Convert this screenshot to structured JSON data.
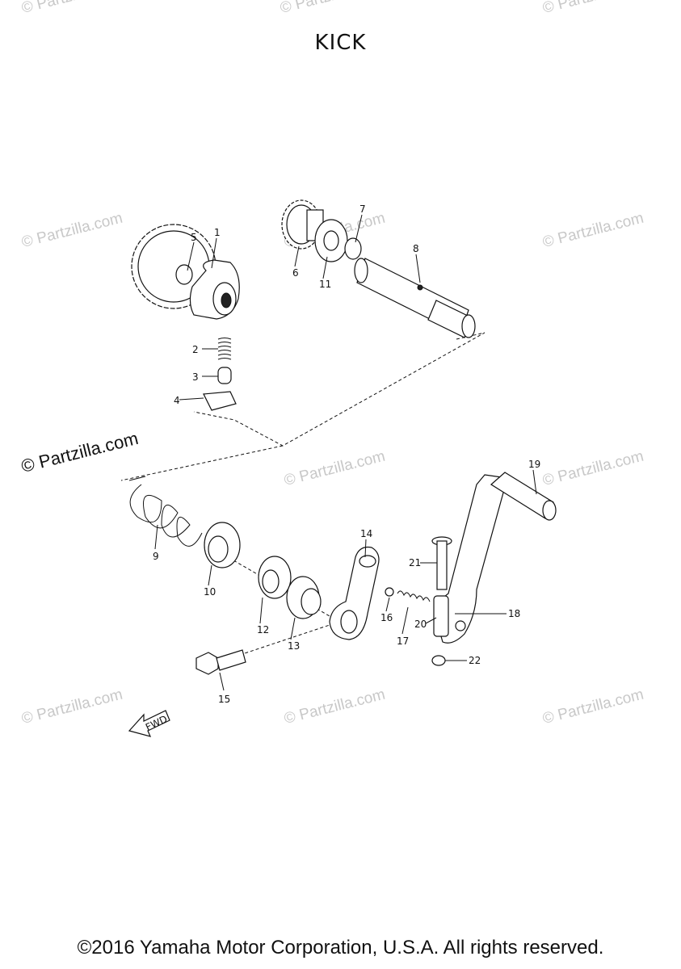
{
  "title": "KICK",
  "watermark": "© Partzilla.com",
  "watermark_primary": "© Partzilla.com",
  "copyright": "©2016 Yamaha Motor Corporation, U.S.A. All rights reserved.",
  "fwd_label": "FWD",
  "callouts": [
    "1",
    "2",
    "3",
    "4",
    "5",
    "6",
    "7",
    "8",
    "9",
    "10",
    "11",
    "12",
    "13",
    "14",
    "15",
    "16",
    "17",
    "18",
    "19",
    "20",
    "21",
    "22"
  ]
}
